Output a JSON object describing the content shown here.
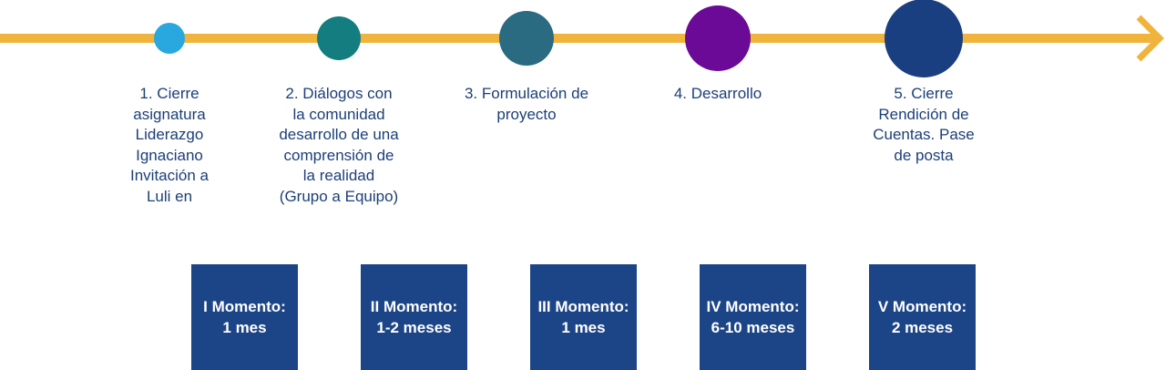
{
  "colors": {
    "arrow": "#f0b43c",
    "box": "#1c4587",
    "label_text": "#1c3f78",
    "box_text": "#ffffff"
  },
  "steps": [
    {
      "label": "1. Cierre\nasignatura\nLiderazgo\nIgnaciano\nInvitación a\nLuli en",
      "dot_color": "#29a8df"
    },
    {
      "label": "2. Diálogos con\nla comunidad\ndesarrollo de una\ncomprensión de\nla realidad\n(Grupo a Equipo)",
      "dot_color": "#137d80"
    },
    {
      "label": "3. Formulación de\nproyecto",
      "dot_color": "#2a6b82"
    },
    {
      "label": "4. Desarrollo",
      "dot_color": "#6a0a96"
    },
    {
      "label": "5. Cierre\nRendición de\nCuentas. Pase\nde posta",
      "dot_color": "#1a3f80"
    }
  ],
  "moments": [
    {
      "title": "I Momento:",
      "duration": "1 mes"
    },
    {
      "title": "II Momento:",
      "duration": "1-2 meses"
    },
    {
      "title": "III Momento:",
      "duration": "1 mes"
    },
    {
      "title": "IV Momento:",
      "duration": "6-10 meses"
    },
    {
      "title": "V Momento:",
      "duration": "2 meses"
    }
  ]
}
